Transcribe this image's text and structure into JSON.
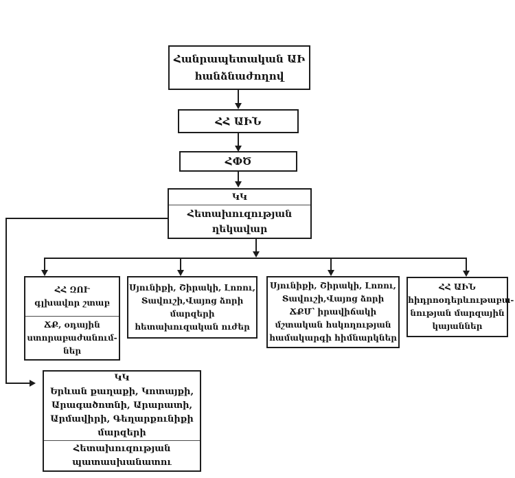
{
  "colors": {
    "background": "#ffffff",
    "box_border": "#1c1c1c",
    "text": "#141414"
  },
  "nodes": {
    "republican_commission": {
      "lines": [
        "Հանրապետական ԱԻ",
        "հանձնաժողով"
      ]
    },
    "mes_ministry": {
      "lines": [
        "ՀՀ ԱԻՆ"
      ]
    },
    "rescue_service": {
      "lines": [
        "ՀՓԾ"
      ]
    },
    "control_point_intel_head": {
      "header_lines": [
        "ԿԿ"
      ],
      "body_lines": [
        "Հետախուզության",
        "ղեկավար"
      ]
    },
    "general_staff": {
      "header_lines": [
        "ՀՀ ԶՈՒ",
        "գլխավոր շտաբ"
      ],
      "body_lines": [
        "ՃՔ, օդային",
        "ստորաբաժանում-",
        "ներ"
      ]
    },
    "regional_recon_forces": {
      "lines": [
        "Սյունիքի, Շիրակի, Լոռու,",
        "Տավուշի,Վայոց ձորի",
        "մարզերի",
        "հետախուզական ուժեր"
      ]
    },
    "monitoring_institutions": {
      "lines": [
        "Սյունիքի, Շիրակի, Լոռու,",
        "Տավուշի,Վայոց ձորի",
        "ՃՔՄ՝ իրավիճակի",
        "մշտական հսկողության",
        "համակարգի հիմնարկներ"
      ]
    },
    "hydromet_stations": {
      "lines": [
        "ՀՀ ԱԻՆ",
        "հիդրոօդերևութաբա-",
        "նության մարզային",
        "կայաններ"
      ]
    },
    "regional_control_point": {
      "header_lines": [
        "ԿԿ",
        "Երևան քաղաքի, Կոտայքի,",
        "Արագածոտնի, Արարատի,",
        "Արմավիրի, Գեղարքունիքի",
        "մարզերի"
      ],
      "body_lines": [
        "Հետախուզության",
        "պատասխանատու"
      ]
    }
  }
}
